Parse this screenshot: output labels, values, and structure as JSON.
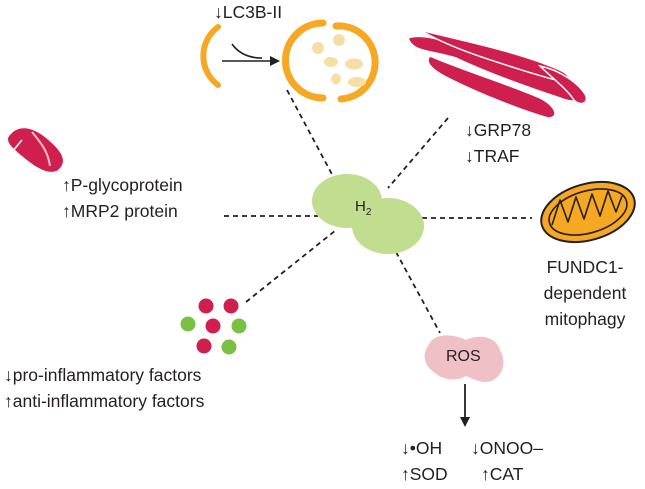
{
  "center": {
    "label": "H",
    "subscript": "2"
  },
  "autophagy": {
    "label": "↓LC3B-II"
  },
  "er_stress": {
    "lines": [
      "↓GRP78",
      "↓TRAF"
    ]
  },
  "drug_resistance": {
    "lines": [
      "↑P-glycoprotein",
      "↑MRP2 protein"
    ]
  },
  "mitophagy": {
    "lines": [
      "FUNDC1-",
      "dependent",
      "mitophagy"
    ]
  },
  "inflammation": {
    "lines": [
      "↓pro-inflammatory factors",
      "↑anti-inflammatory factors"
    ]
  },
  "ros": {
    "label": "ROS",
    "line1_a": "↓•OH",
    "line1_b": "↓ONOO–",
    "line2_a": "↑SOD",
    "line2_b": "↑CAT"
  },
  "colors": {
    "h2_green": "#c1dd8f",
    "orange": "#f7a823",
    "crimson": "#cf1f4e",
    "pale_yellow": "#f6dea7",
    "ros_pink": "#efc0c6",
    "green_dot": "#7ac143"
  }
}
